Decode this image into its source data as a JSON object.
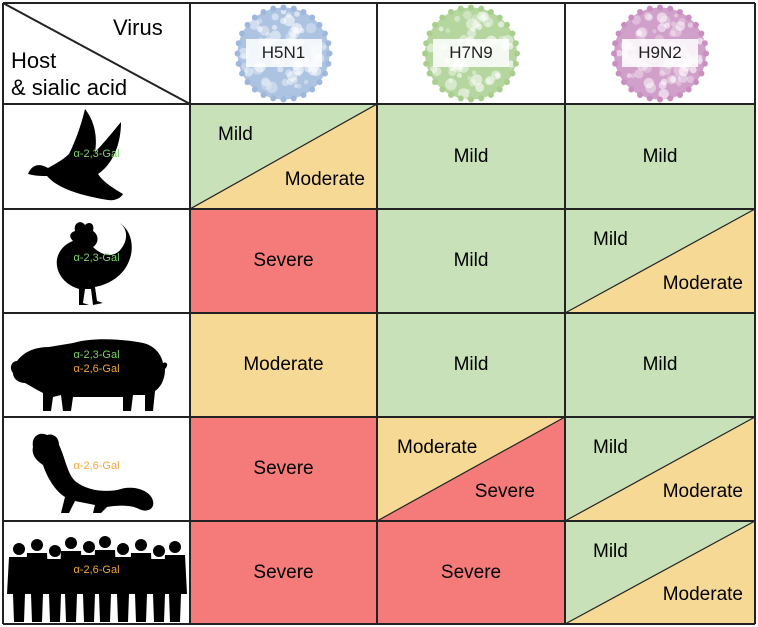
{
  "header": {
    "virus_label": "Virus",
    "host_label_line1": "Host",
    "host_label_line2": "& sialic acid"
  },
  "viruses": [
    {
      "label": "H5N1",
      "color": "#9db8dc"
    },
    {
      "label": "H7N9",
      "color": "#a8cf8e"
    },
    {
      "label": "H9N2",
      "color": "#c98fc1"
    }
  ],
  "colors": {
    "mild": "#c8e1b8",
    "moderate": "#f7d996",
    "severe": "#f57b7b",
    "alpha23": "#7dd36a",
    "alpha26": "#f2a63a",
    "grid": "#222222"
  },
  "hosts": [
    {
      "name": "wild-bird",
      "receptors": [
        "α-2,3-Gal"
      ],
      "receptor_types": [
        "a23"
      ]
    },
    {
      "name": "chicken",
      "receptors": [
        "α-2,3-Gal"
      ],
      "receptor_types": [
        "a23"
      ]
    },
    {
      "name": "pig",
      "receptors": [
        "α-2,3-Gal",
        "α-2,6-Gal"
      ],
      "receptor_types": [
        "a23",
        "a26"
      ]
    },
    {
      "name": "ferret",
      "receptors": [
        "α-2,6-Gal"
      ],
      "receptor_types": [
        "a26"
      ]
    },
    {
      "name": "human",
      "receptors": [
        "α-2,6-Gal"
      ],
      "receptor_types": [
        "a26"
      ]
    }
  ],
  "matrix": [
    [
      {
        "split": true,
        "top": "Mild",
        "bottom": "Moderate"
      },
      {
        "split": false,
        "value": "Mild"
      },
      {
        "split": false,
        "value": "Mild"
      }
    ],
    [
      {
        "split": false,
        "value": "Severe"
      },
      {
        "split": false,
        "value": "Mild"
      },
      {
        "split": true,
        "top": "Mild",
        "bottom": "Moderate"
      }
    ],
    [
      {
        "split": false,
        "value": "Moderate"
      },
      {
        "split": false,
        "value": "Mild"
      },
      {
        "split": false,
        "value": "Mild"
      }
    ],
    [
      {
        "split": false,
        "value": "Severe"
      },
      {
        "split": true,
        "top": "Moderate",
        "bottom": "Severe"
      },
      {
        "split": true,
        "top": "Mild",
        "bottom": "Moderate"
      }
    ],
    [
      {
        "split": false,
        "value": "Severe"
      },
      {
        "split": false,
        "value": "Severe"
      },
      {
        "split": true,
        "top": "Mild",
        "bottom": "Moderate"
      }
    ]
  ]
}
